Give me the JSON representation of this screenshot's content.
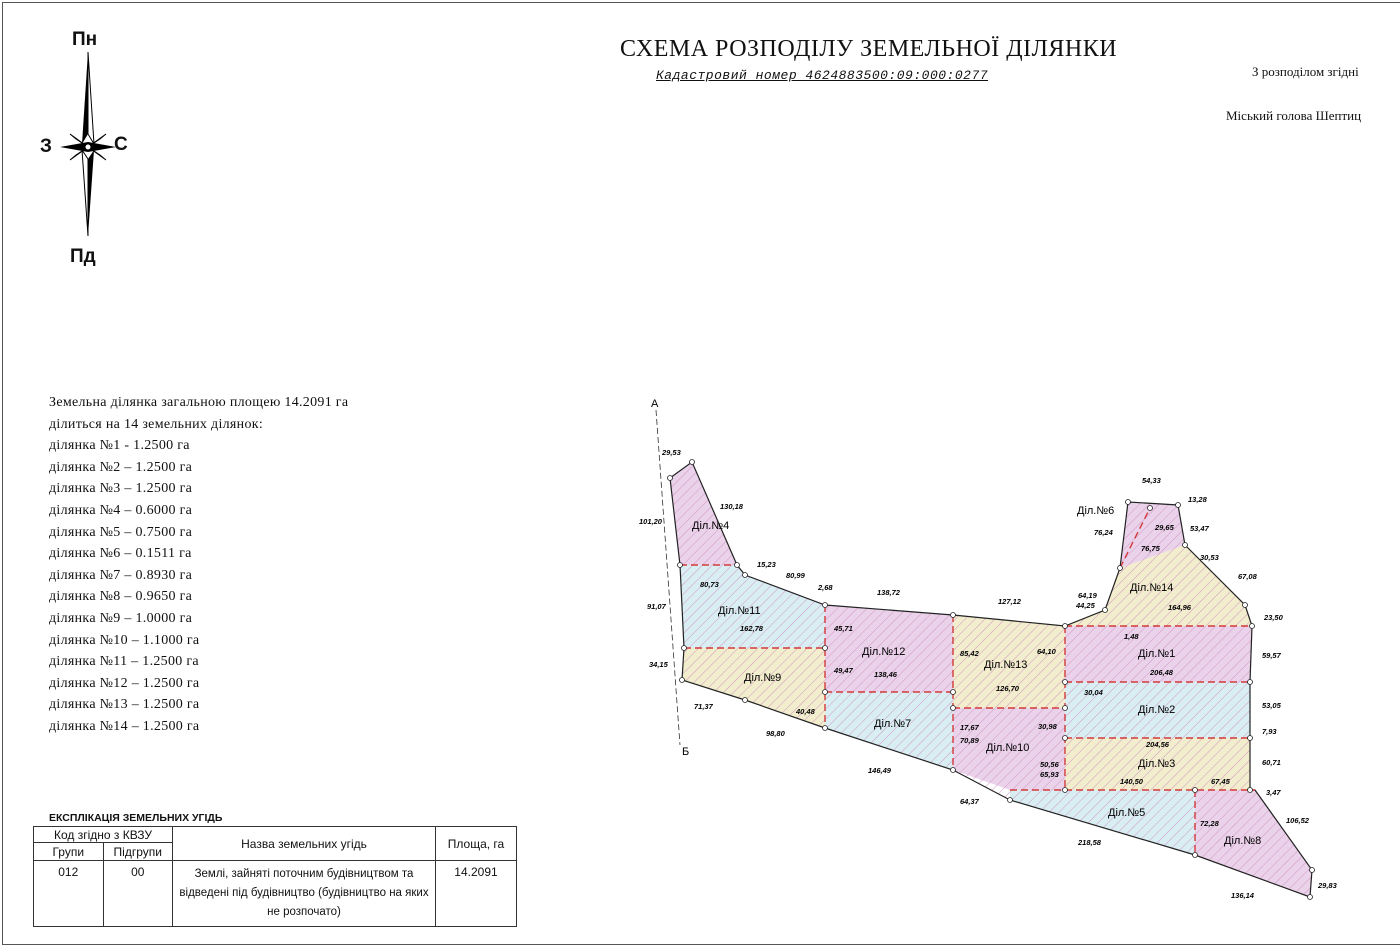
{
  "title": "СХЕМА РОЗПОДІЛУ ЗЕМЕЛЬНОЇ ДІЛЯНКИ",
  "cadastral_number": "Кадастровий номер 4624883500:09:000:0277",
  "approval": {
    "line1": "З розподілом згідні",
    "line2": "Міський голова Шептиц"
  },
  "compass": {
    "north": "Пн",
    "south": "Пд",
    "west": "З",
    "east": "С"
  },
  "summary": {
    "line1": "Земельна ділянка загальною площею 14.2091 га",
    "line2": "ділиться на 14 земельних ділянок:",
    "plots": [
      "ділянка №1 - 1.2500 га",
      "ділянка №2 – 1.2500 га",
      "ділянка №3 – 1.2500 га",
      "ділянка №4 – 0.6000 га",
      "ділянка №5 – 0.7500 га",
      "ділянка №6 – 0.1511 га",
      "ділянка №7 – 0.8930 га",
      "ділянка №8 – 0.9650 га",
      "ділянка №9 – 1.0000 га",
      "ділянка №10 – 1.1000 га",
      "ділянка №11 – 1.2500 га",
      "ділянка №12 – 1.2500 га",
      "ділянка №13 – 1.2500 га",
      "ділянка №14 – 1.2500 га"
    ]
  },
  "explication": {
    "title": "ЕКСПЛІКАЦІЯ ЗЕМЕЛЬНИХ УГІДЬ",
    "header_code": "Код згідно з КВЗУ",
    "header_groups": "Групи",
    "header_subgroups": "Підгрупи",
    "header_name": "Назва земельних угідь",
    "header_area": "Площа, га",
    "row": {
      "group": "012",
      "subgroup": "00",
      "name": "Землі, зайняті поточним будівництвом та відведені під будівництво (будівництво на яких не розпочато)",
      "area": "14.2091"
    }
  },
  "map": {
    "section_start": "А",
    "section_end": "Б",
    "colors": {
      "pink": "#ead3ea",
      "blue": "#d9eef3",
      "yellow": "#f1edcd",
      "hatch": "#cf8fbf",
      "divider": "#d23a3a"
    },
    "plot_labels": [
      "Діл.№1",
      "Діл.№2",
      "Діл.№3",
      "Діл.№4",
      "Діл.№5",
      "Діл.№6",
      "Діл.№7",
      "Діл.№8",
      "Діл.№9",
      "Діл.№10",
      "Діл.№11",
      "Діл.№12",
      "Діл.№13",
      "Діл.№14"
    ],
    "dimensions": [
      "29,53",
      "130,18",
      "101,20",
      "15,23",
      "80,73",
      "80,99",
      "2,68",
      "138,72",
      "127,12",
      "91,07",
      "162,78",
      "45,71",
      "85,42",
      "64,10",
      "34,15",
      "49,47",
      "138,46",
      "126,70",
      "71,37",
      "40,48",
      "98,80",
      "146,49",
      "64,37",
      "218,58",
      "136,14",
      "29,83",
      "106,52",
      "3,47",
      "67,45",
      "140,50",
      "60,71",
      "7,93",
      "53,05",
      "59,57",
      "23,50",
      "67,08",
      "30,53",
      "53,47",
      "13,28",
      "54,33",
      "29,65",
      "76,75",
      "76,24",
      "64,19",
      "44,25",
      "1,48",
      "164,96",
      "206,48",
      "30,04",
      "204,56",
      "30,98",
      "50,56",
      "65,93",
      "70,89",
      "72,28",
      "17,67"
    ]
  }
}
